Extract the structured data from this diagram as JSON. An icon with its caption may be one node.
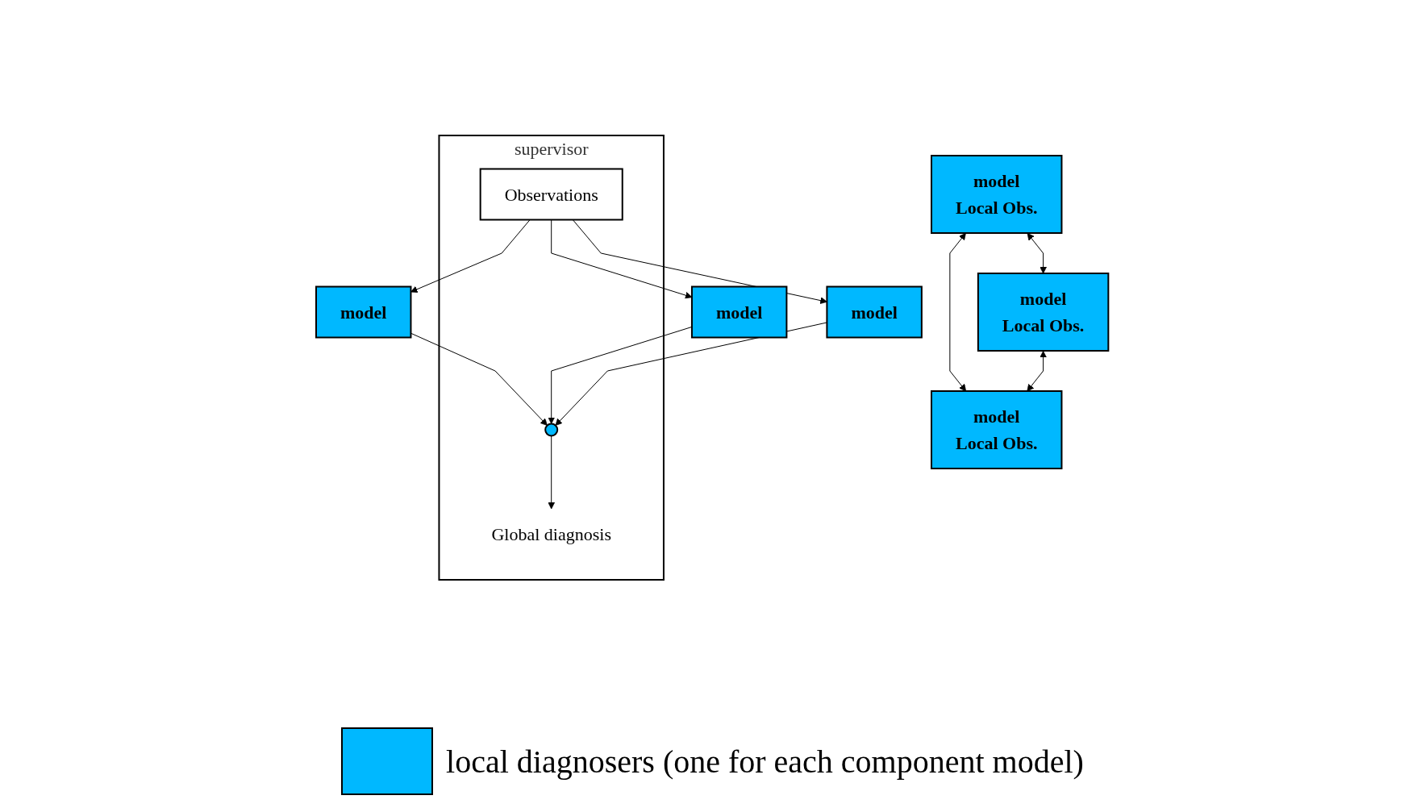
{
  "diagram": {
    "nodes": [
      {
        "text": [
          "supervisor"
        ]
      },
      {
        "text": [
          "Observations"
        ],
        "in": 0
      },
      {
        "text": [],
        "shape": "ellipse",
        "in": 0
      },
      {
        "text": [
          "Global diagnosis"
        ],
        "in": 0
      },
      {
        "text": [
          "model"
        ]
      },
      {
        "text": [
          "model"
        ]
      },
      {
        "text": [
          "model"
        ]
      },
      {
        "text": [
          "model",
          "Local Obs."
        ]
      },
      {
        "text": [
          "model",
          "Local Obs."
        ]
      },
      {
        "text": [
          "model",
          "Local Obs."
        ]
      }
    ],
    "edges": [
      {
        "from": 1,
        "to": 4,
        "arrow": "to"
      },
      {
        "from": 1,
        "to": 5,
        "arrow": "to"
      },
      {
        "from": 1,
        "to": 6,
        "arrow": "to"
      },
      {
        "from": 4,
        "to": 2,
        "arrow": "to"
      },
      {
        "from": 5,
        "to": 2,
        "arrow": "to"
      },
      {
        "from": 6,
        "to": 2,
        "arrow": "to"
      },
      {
        "from": 2,
        "to": 3,
        "arrow": "to"
      },
      {
        "from": 7,
        "to": 8,
        "arrow": "both"
      },
      {
        "from": 7,
        "to": 9,
        "arrow": "both"
      },
      {
        "from": 8,
        "to": 9,
        "arrow": "both"
      }
    ],
    "legend": [
      {
        "text": "local diagnosers (one for each component model)",
        "color": "#00b8ff"
      }
    ]
  }
}
